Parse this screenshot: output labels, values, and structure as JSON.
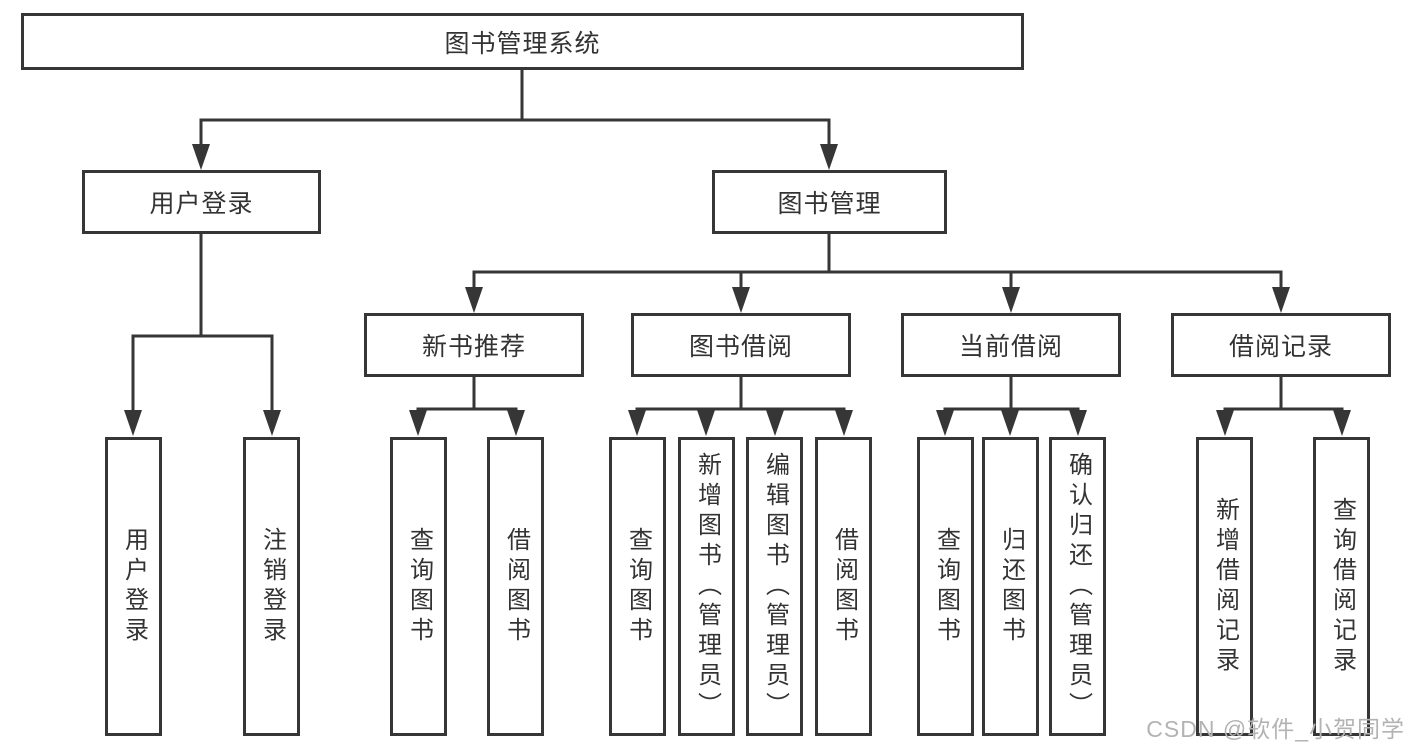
{
  "diagram": {
    "root": {
      "label": "图书管理系统"
    },
    "branches": [
      {
        "label": "用户登录",
        "leaves": [
          {
            "label": "用户登录"
          },
          {
            "label": "注销登录"
          }
        ]
      },
      {
        "label": "图书管理",
        "groups": [
          {
            "label": "新书推荐",
            "leaves": [
              {
                "label": "查询图书"
              },
              {
                "label": "借阅图书"
              }
            ]
          },
          {
            "label": "图书借阅",
            "leaves": [
              {
                "label": "查询图书"
              },
              {
                "label": "新增图书（管理员）"
              },
              {
                "label": "编辑图书（管理员）"
              },
              {
                "label": "借阅图书"
              }
            ]
          },
          {
            "label": "当前借阅",
            "leaves": [
              {
                "label": "查询图书"
              },
              {
                "label": "归还图书"
              },
              {
                "label": "确认归还（管理员）"
              }
            ]
          },
          {
            "label": "借阅记录",
            "leaves": [
              {
                "label": "新增借阅记录"
              },
              {
                "label": "查询借阅记录"
              }
            ]
          }
        ]
      }
    ],
    "watermark": "CSDN @软件_小贺同学",
    "colors": {
      "line": "#363636",
      "text": "#333333",
      "background": "#ffffff",
      "watermark": "#b3b3b3"
    }
  }
}
